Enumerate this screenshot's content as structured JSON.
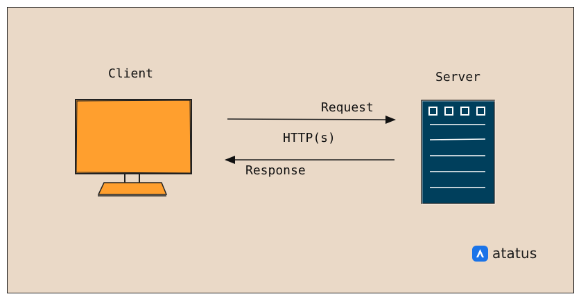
{
  "labels": {
    "client": "Client",
    "server": "Server",
    "request": "Request",
    "protocol": "HTTP(s)",
    "response": "Response"
  },
  "brand": {
    "name": "atatus",
    "icon": "atatus-logo-icon",
    "color": "#1a73e8"
  },
  "colors": {
    "background": "#ead9c7",
    "monitor": "#ff9f2e",
    "server": "#003f5c"
  }
}
